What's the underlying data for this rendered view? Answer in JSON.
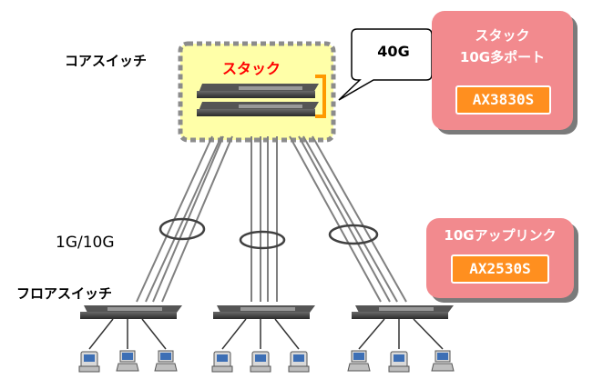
{
  "labels": {
    "core_switch": "コアスイッチ",
    "floor_switch": "フロアスイッチ",
    "link_speed": "1G/10G",
    "stack": "スタック",
    "stack_link": "40G"
  },
  "core_box": {
    "title_line1": "スタック",
    "title_line2": "10G多ポート",
    "model": "AX3830S"
  },
  "floor_box": {
    "title": "10Gアップリンク",
    "model": "AX2530S"
  },
  "colors": {
    "stack_area": "#ffffa8",
    "stack_border": "#8c8c8c",
    "stack_label": "#ff0000",
    "info_box": "#f28a8e",
    "badge": "#ff8f1f",
    "bracket": "#ff9900",
    "link": "#808080"
  }
}
